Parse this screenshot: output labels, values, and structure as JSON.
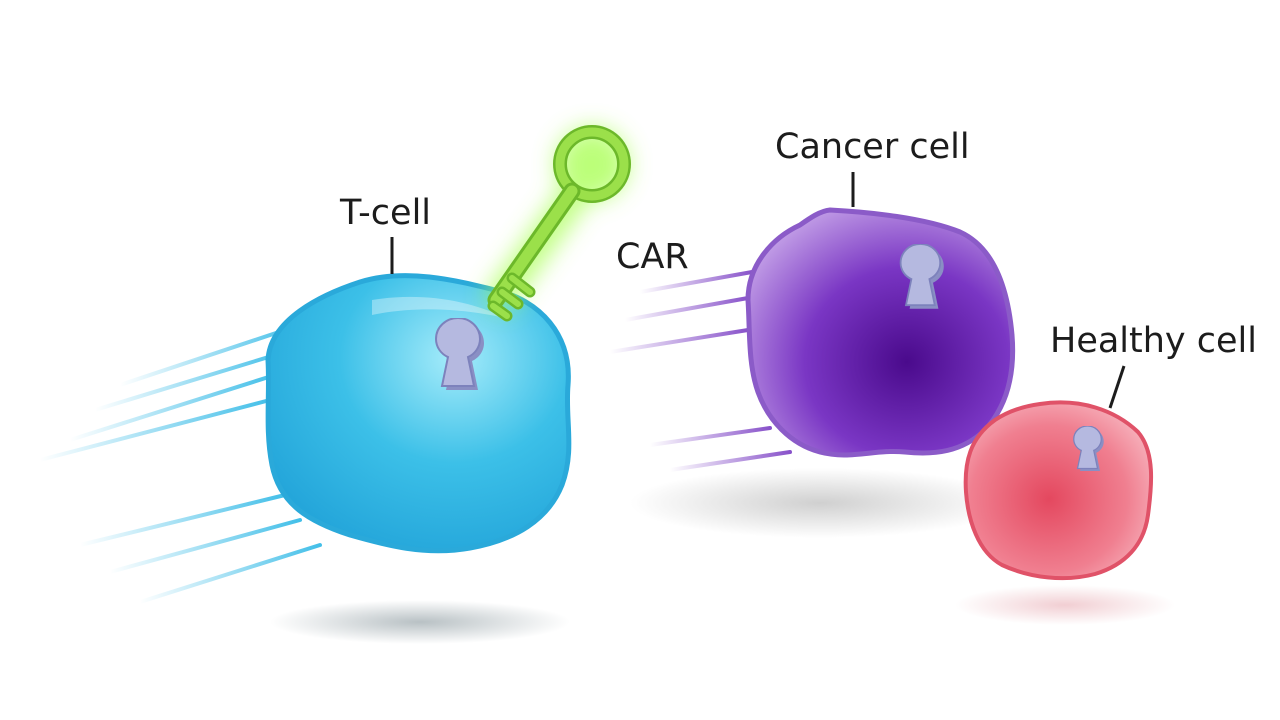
{
  "labels": {
    "t_cell": "T-cell",
    "car": "CAR",
    "cancer_cell": "Cancer cell",
    "healthy_cell": "Healthy cell"
  },
  "colors": {
    "t_cell": "#2eb8e6",
    "t_cell_outline": "#1f9fd0",
    "cancer_cell": "#7b3fc4",
    "cancer_cell_outline": "#8d5cc9",
    "healthy_cell": "#e66a7c",
    "healthy_cell_outline": "#e0506a",
    "key": "#8fd63a",
    "key_glow": "#a6ff4d",
    "keyhole": "#a3a8d6",
    "text": "#1c1c1c"
  },
  "icons": {
    "car_receptor": "key-icon",
    "antigen": "keyhole-icon"
  }
}
